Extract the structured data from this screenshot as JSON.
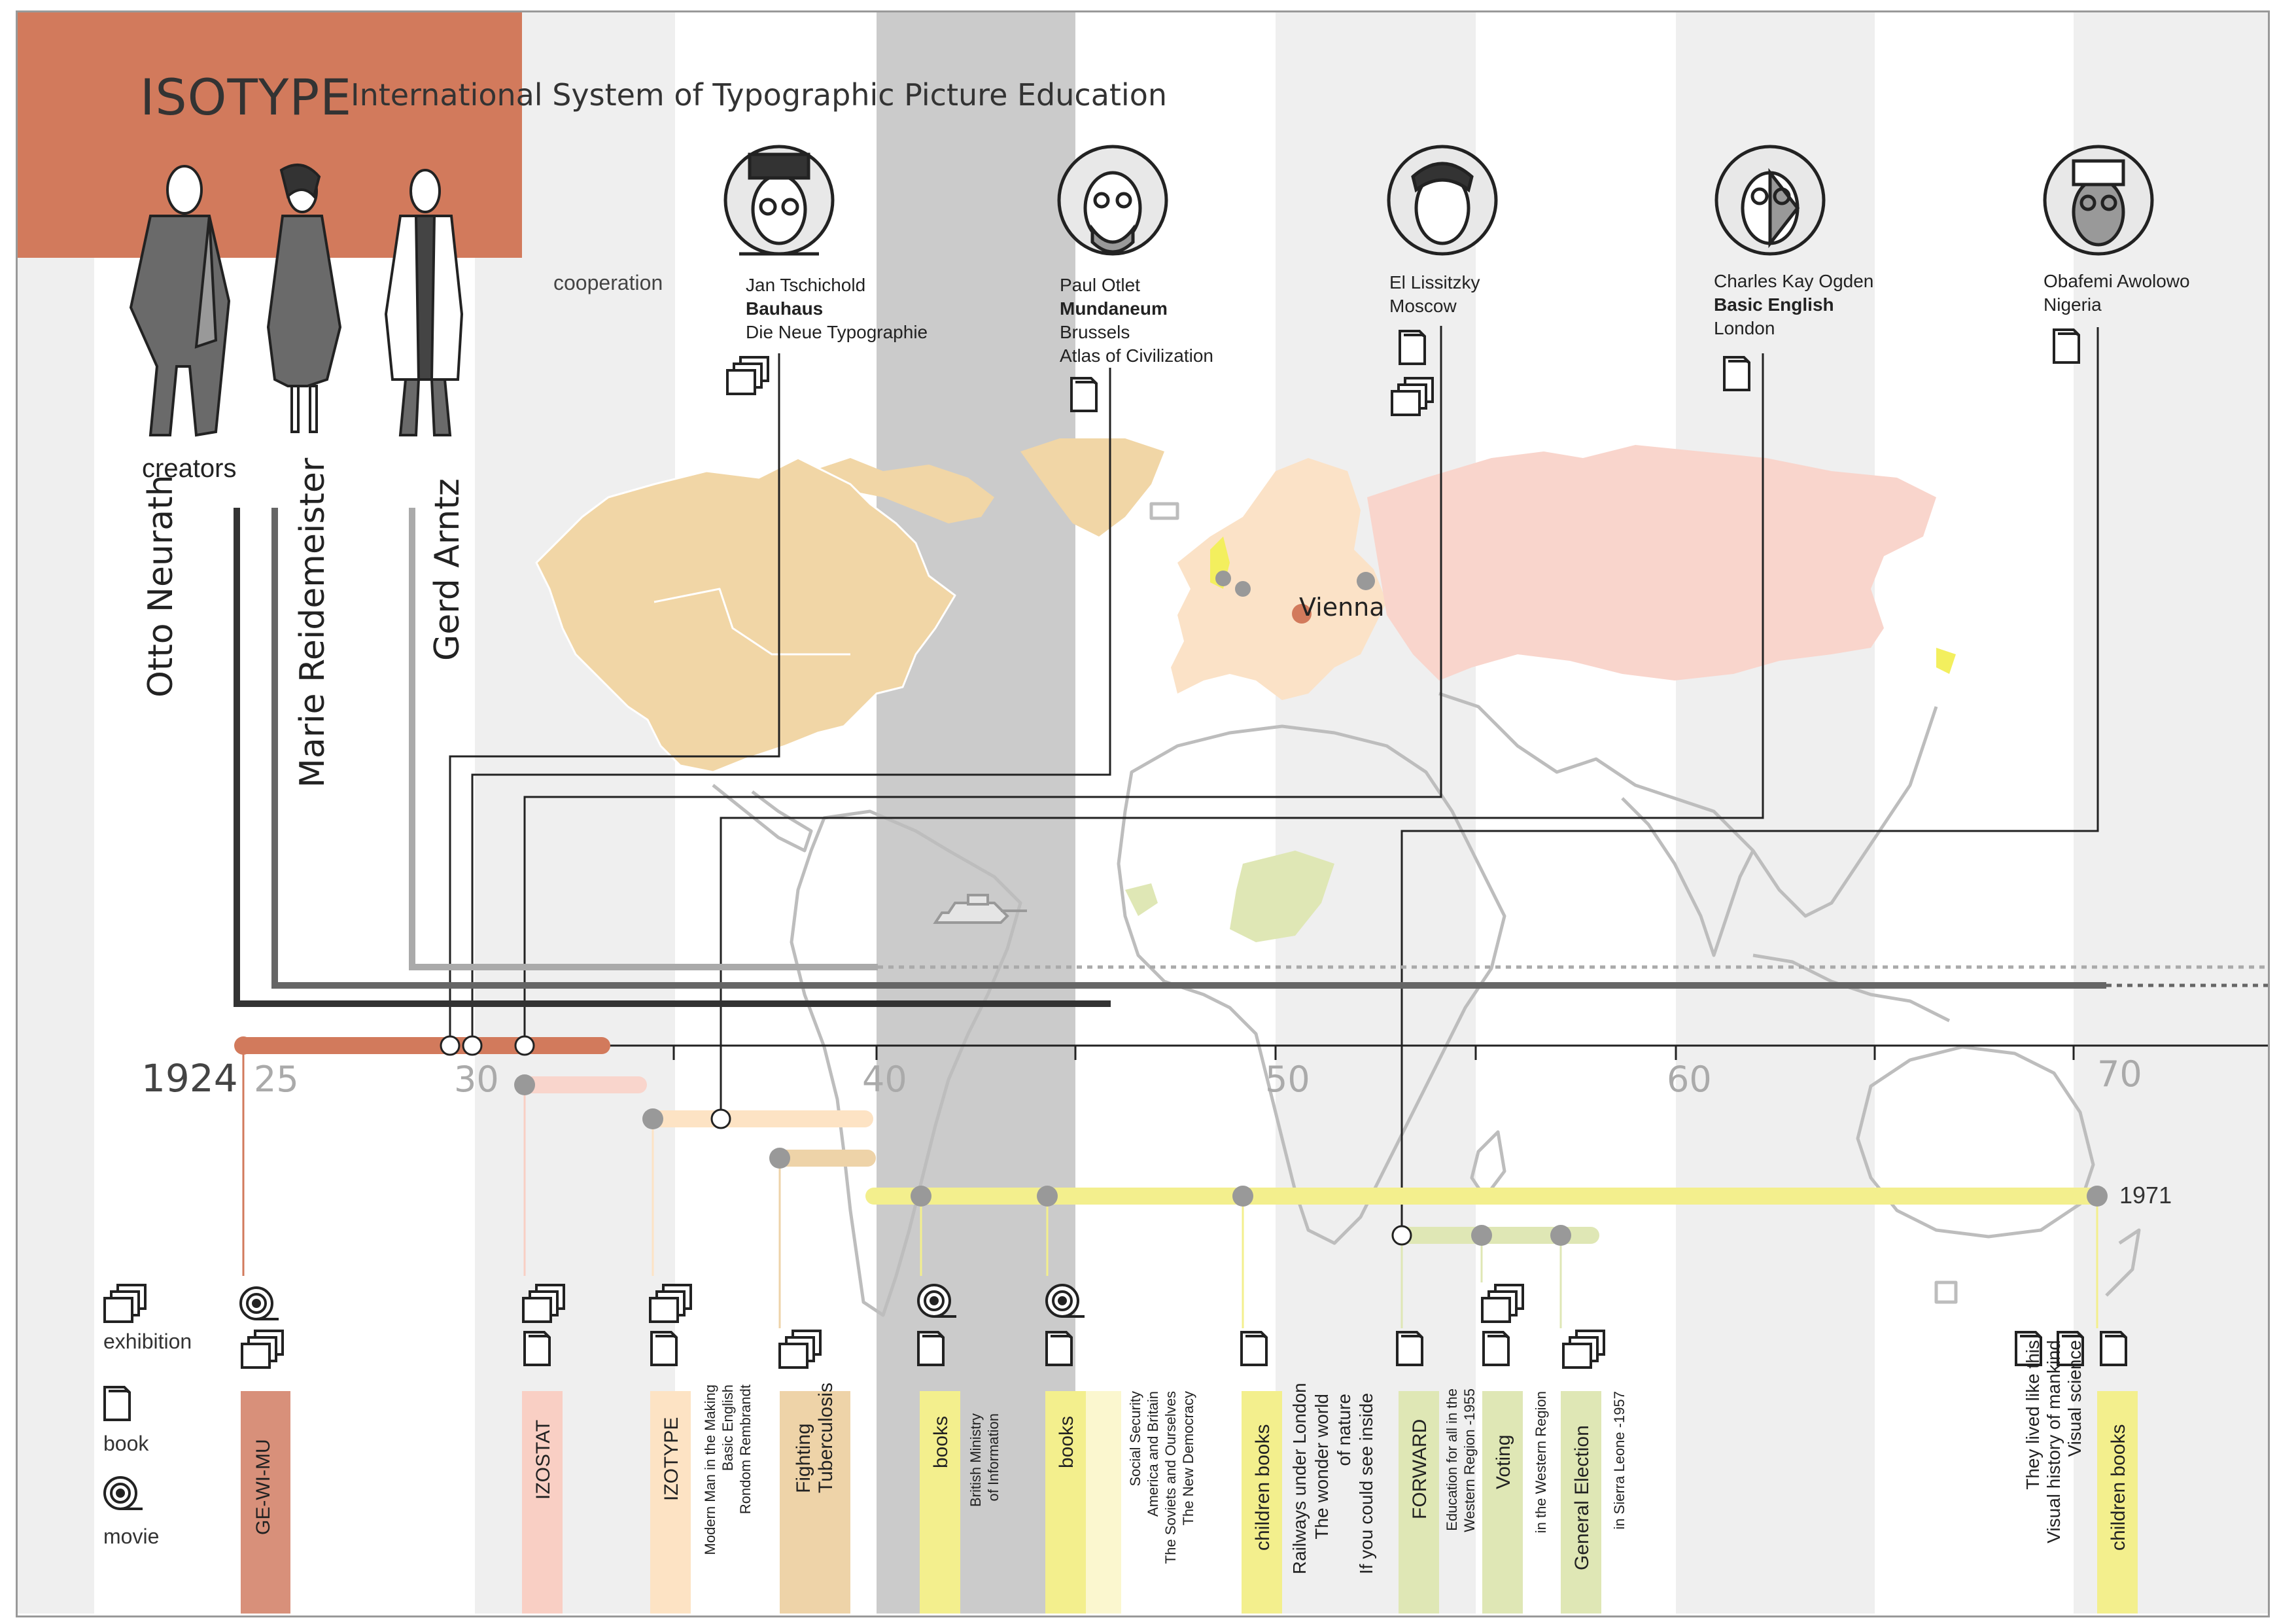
{
  "header": {
    "title": "ISOTYPE",
    "subtitle": "International System of Typographic Picture Education"
  },
  "creators": {
    "label": "creators",
    "names": [
      "Otto Neurath",
      "Marie Reidemeister",
      "Gerd Arntz"
    ]
  },
  "cooperation": {
    "label": "cooperation",
    "people": [
      {
        "name": "Jan Tschichold",
        "org": "Bauhaus",
        "detail": "Die Neue Typographie",
        "extra": ""
      },
      {
        "name": "Paul Otlet",
        "org": "Mundaneum",
        "detail": "Brussels",
        "extra": "Atlas of Civilization"
      },
      {
        "name": "El Lissitzky",
        "org": "",
        "detail": "Moscow",
        "extra": ""
      },
      {
        "name": "Charles Kay Ogden",
        "org": "Basic English",
        "detail": "London",
        "extra": ""
      },
      {
        "name": "Obafemi Awolowo",
        "org": "",
        "detail": "Nigeria",
        "extra": ""
      }
    ]
  },
  "map": {
    "city": "Vienna"
  },
  "timeline": {
    "start_year": "1924",
    "end_year": "1971",
    "ticks": [
      "25",
      "30",
      "40",
      "50",
      "60",
      "70"
    ]
  },
  "legend": {
    "exhibition": "exhibition",
    "book": "book",
    "movie": "movie"
  },
  "projects": [
    {
      "label": "GE-WI-MU"
    },
    {
      "label": "IZOSTAT"
    },
    {
      "label": "IZOTYPE",
      "note": "Modern Man in the Making\nBasic English\nRondom Rembrandt"
    },
    {
      "label": "Fighting\nTuberculosis"
    },
    {
      "label": "books",
      "note": "British Ministry\nof Information"
    },
    {
      "label": "books",
      "note": "Social Security\nAmerica and Britain\nThe Soviets and Ourselves\nThe New Democracy"
    },
    {
      "label": "children books",
      "note": "Railways under London\nThe wonder world\nof nature\nIf you could see inside"
    },
    {
      "label": "FORWARD",
      "note": "Education for all in the\nWestern Region -1955"
    },
    {
      "label": "Voting",
      "note": "in the Western Region"
    },
    {
      "label": "General Election",
      "note": "in Sierra Leone -1957"
    },
    {
      "label": "children books",
      "note": "They lived like this\nVisual history of mankind\nVisual science"
    }
  ],
  "colors": {
    "accent": "#d27a5c",
    "izostat": "#f9cfc4",
    "izotype": "#fde3c4",
    "tuberculosis": "#eed3a8",
    "books": "#f3ef8d",
    "forward": "#dfe7b5",
    "band": "#efefef",
    "band_dark": "#cbcbcb",
    "map_grey": "#bbbbbb",
    "map_america": "#f1d6a6",
    "map_russia": "#f9d5cc"
  }
}
